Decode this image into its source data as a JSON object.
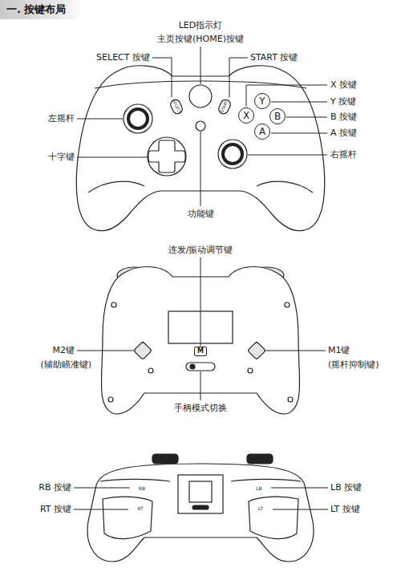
{
  "diagram": {
    "title": "一. 按键布局",
    "nodes": [
      {
        "text": [
          "X"
        ]
      },
      {
        "text": [
          "Y"
        ]
      },
      {
        "text": [
          "B"
        ]
      },
      {
        "text": [
          "A"
        ]
      },
      {
        "text": [
          "M"
        ]
      }
    ],
    "labels": [
      "LED指示灯",
      "主页按键(HOME)按键",
      "SELECT 按键",
      "START 按键",
      "X 按键",
      "Y 按键",
      "左摇杆",
      "B 按键",
      "A 按键",
      "十字键",
      "右摇杆",
      "功能键",
      "SELECT",
      "START",
      "连发/振动调节键",
      "M2键",
      "(辅助瞄准键)",
      "M1键",
      "(摇杆抑制键)",
      "手柄模式切换",
      "RB 按键",
      "LB 按键",
      "RT 按键",
      "LT 按键",
      "RB",
      "LB",
      "RT",
      "LT"
    ]
  }
}
